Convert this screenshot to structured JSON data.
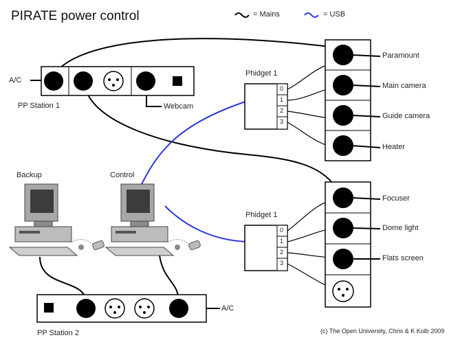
{
  "title": "PIRATE power control",
  "legend": {
    "mains": "= Mains",
    "usb": "= USB",
    "mains_color": "#000000",
    "usb_color": "#2a36d8"
  },
  "power_stations": {
    "station1": "PP Station 1",
    "station2": "PP Station 2",
    "ac_label_1": "A/C",
    "ac_label_2": "A/C",
    "webcam_label": "Webcam"
  },
  "phidgets": {
    "top": {
      "label": "Phidget 1",
      "ports": [
        "0",
        "1",
        "2",
        "3"
      ]
    },
    "bottom": {
      "label": "Phidget 1",
      "ports": [
        "0",
        "1",
        "2",
        "3"
      ]
    }
  },
  "computers": {
    "backup": "Backup",
    "control": "Control"
  },
  "devices_top": [
    "Paramount",
    "Main camera",
    "Guide camera",
    "Heater"
  ],
  "devices_bottom": [
    "Focuser",
    "Dome light",
    "Flats screen"
  ],
  "credit": "(c) The Open University, Chris & K Kolb 2009",
  "colors": {
    "line": "#000000",
    "usb": "#2a36d8",
    "monitor": "#9a9a9a",
    "screen": "#3c3c3c"
  }
}
